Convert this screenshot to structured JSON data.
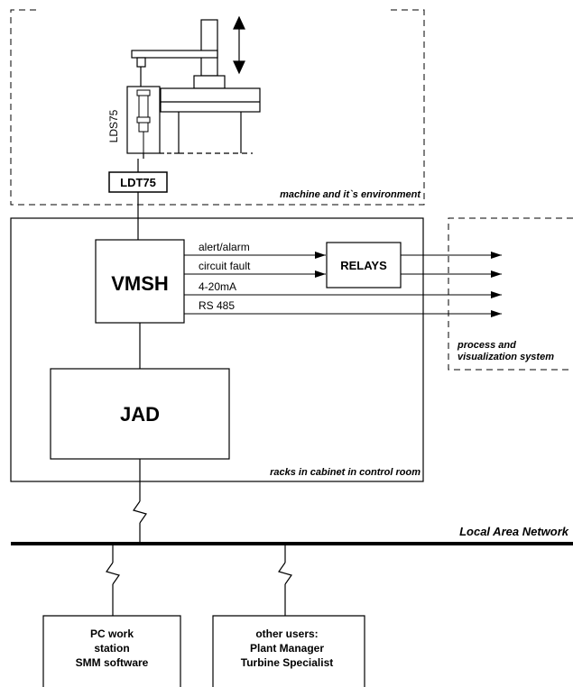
{
  "regions": {
    "machine": "machine and it`s environment",
    "control_room": "racks in cabinet in control room",
    "process": [
      "process and",
      "visualization system"
    ]
  },
  "blocks": {
    "sensor": "LDS75",
    "transmitter": "LDT75",
    "monitor": "VMSH",
    "relays": "RELAYS",
    "jad": "JAD",
    "pc": [
      "PC work",
      "station",
      "SMM software"
    ],
    "users": [
      "other users:",
      "Plant Manager",
      "Turbine Specialist"
    ]
  },
  "signals": [
    "alert/alarm",
    "circuit fault",
    "4-20mA",
    "RS 485"
  ],
  "network": "Local Area Network"
}
